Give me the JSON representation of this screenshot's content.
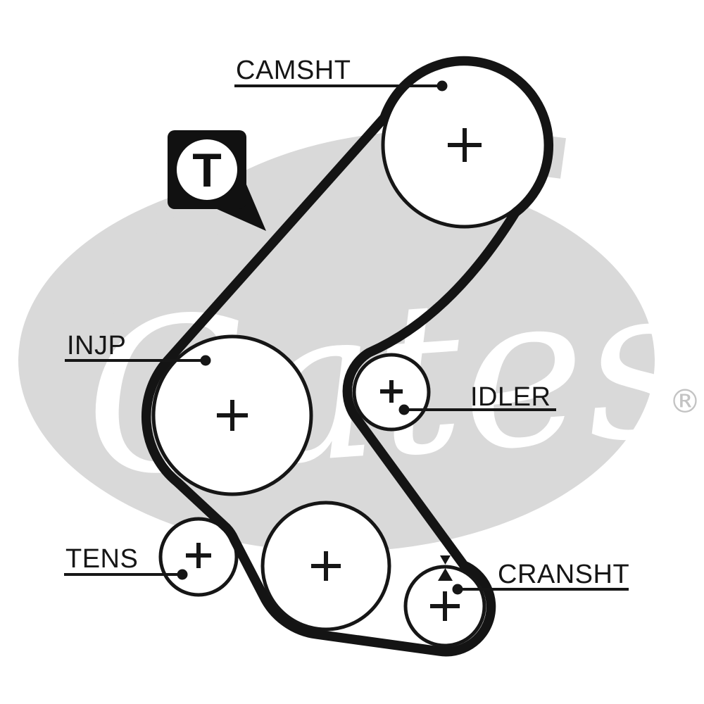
{
  "diagram": {
    "kind": "timing-belt-routing-diagram",
    "watermark": {
      "text": "Gates",
      "registered": "®"
    },
    "badge": {
      "letter": "T"
    },
    "labels": {
      "camshaft": "CAMSHT",
      "injection_pump": "INJP",
      "idler": "IDLER",
      "tensioner": "TENS",
      "crankshaft": "CRANSHT"
    },
    "colors": {
      "background": "#ffffff",
      "ink": "#161616",
      "belt": "#141414",
      "watermark_gray": "#d9d9d9",
      "registered_gray": "#c3c3c3"
    }
  }
}
